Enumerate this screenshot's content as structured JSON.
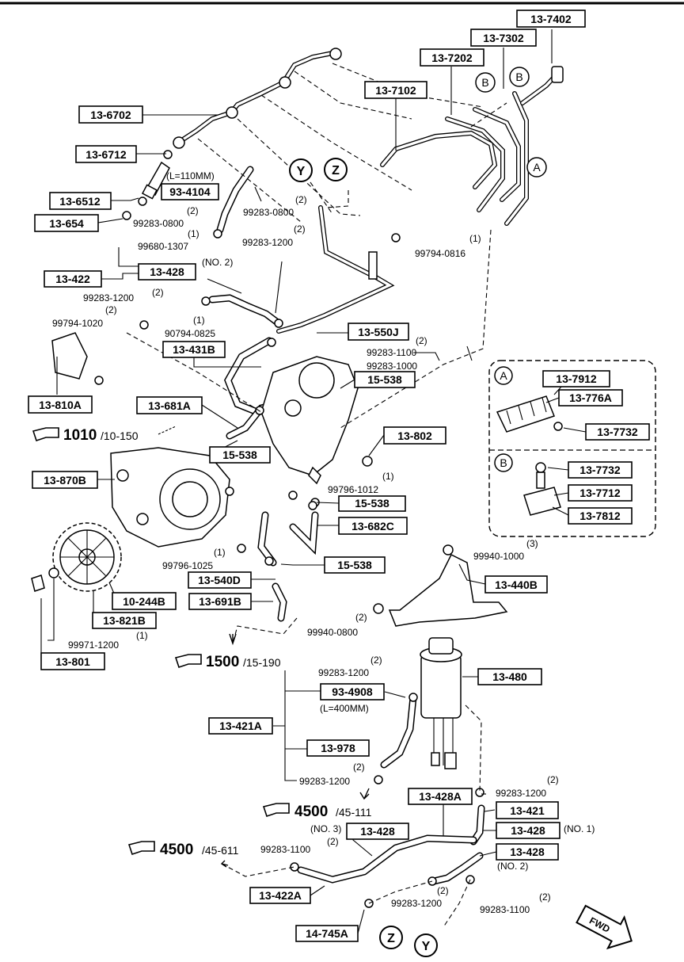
{
  "part_labels": [
    "13-7402",
    "13-7302",
    "13-7202",
    "13-7102",
    "13-6702",
    "13-6712",
    "93-4104",
    "13-6512",
    "13-654",
    "13-428",
    "13-422",
    "13-431B",
    "13-810A",
    "13-681A",
    "15-538",
    "15-538",
    "13-550J",
    "13-802",
    "13-870B",
    "15-538",
    "13-682C",
    "15-538",
    "13-540D",
    "13-691B",
    "10-244B",
    "13-821B",
    "13-801",
    "13-440B",
    "13-480",
    "93-4908",
    "13-421A",
    "13-978",
    "13-428A",
    "13-421",
    "13-428",
    "13-428",
    "13-428",
    "13-422A",
    "14-745A"
  ],
  "inset": {
    "a_labels": [
      "13-7912",
      "13-776A",
      "13-7732"
    ],
    "b_labels": [
      "13-7732",
      "13-7712",
      "13-7812"
    ]
  },
  "texts": [
    "(L=110MM)",
    "(2)",
    "99283-0800",
    "(2)",
    "99283-0800",
    "(1)",
    "99680-1307",
    "(2)",
    "99283-1200",
    "(1)",
    "99794-0816",
    "(NO. 2)",
    "99283-1200",
    "(2)",
    "(1)",
    "90794-0825",
    "(2)",
    "99794-1020",
    "(2)",
    "99283-1100",
    "99283-1000",
    "(1)",
    "99796-1012",
    "(1)",
    "99796-1025",
    "(3)",
    "99940-1000",
    "(2)",
    "99940-0800",
    "(2)",
    "99283-1200",
    "(L=400MM)",
    "(2)",
    "99283-1200",
    "(2)",
    "99283-1200",
    "(NO. 1)",
    "(NO. 3)",
    "(NO. 2)",
    "99283-1100",
    "(2)",
    "(2)",
    "99283-1200",
    "(2)",
    "99283-1100",
    "99971-1200",
    "(1)"
  ],
  "callouts": [
    "Y",
    "Z",
    "A",
    "B",
    "B",
    "Z",
    "Y"
  ],
  "inset_letters": [
    "A",
    "B"
  ],
  "page_refs": [
    {
      "num": "1010",
      "sub": "/10-150"
    },
    {
      "num": "1500",
      "sub": "/15-190"
    },
    {
      "num": "4500",
      "sub": "/45-111"
    },
    {
      "num": "4500",
      "sub": "/45-611"
    }
  ],
  "fwd_label": "FWD",
  "icons": {
    "page_ref": "pointing-hand-icon",
    "forward": "fwd-arrow-icon"
  }
}
